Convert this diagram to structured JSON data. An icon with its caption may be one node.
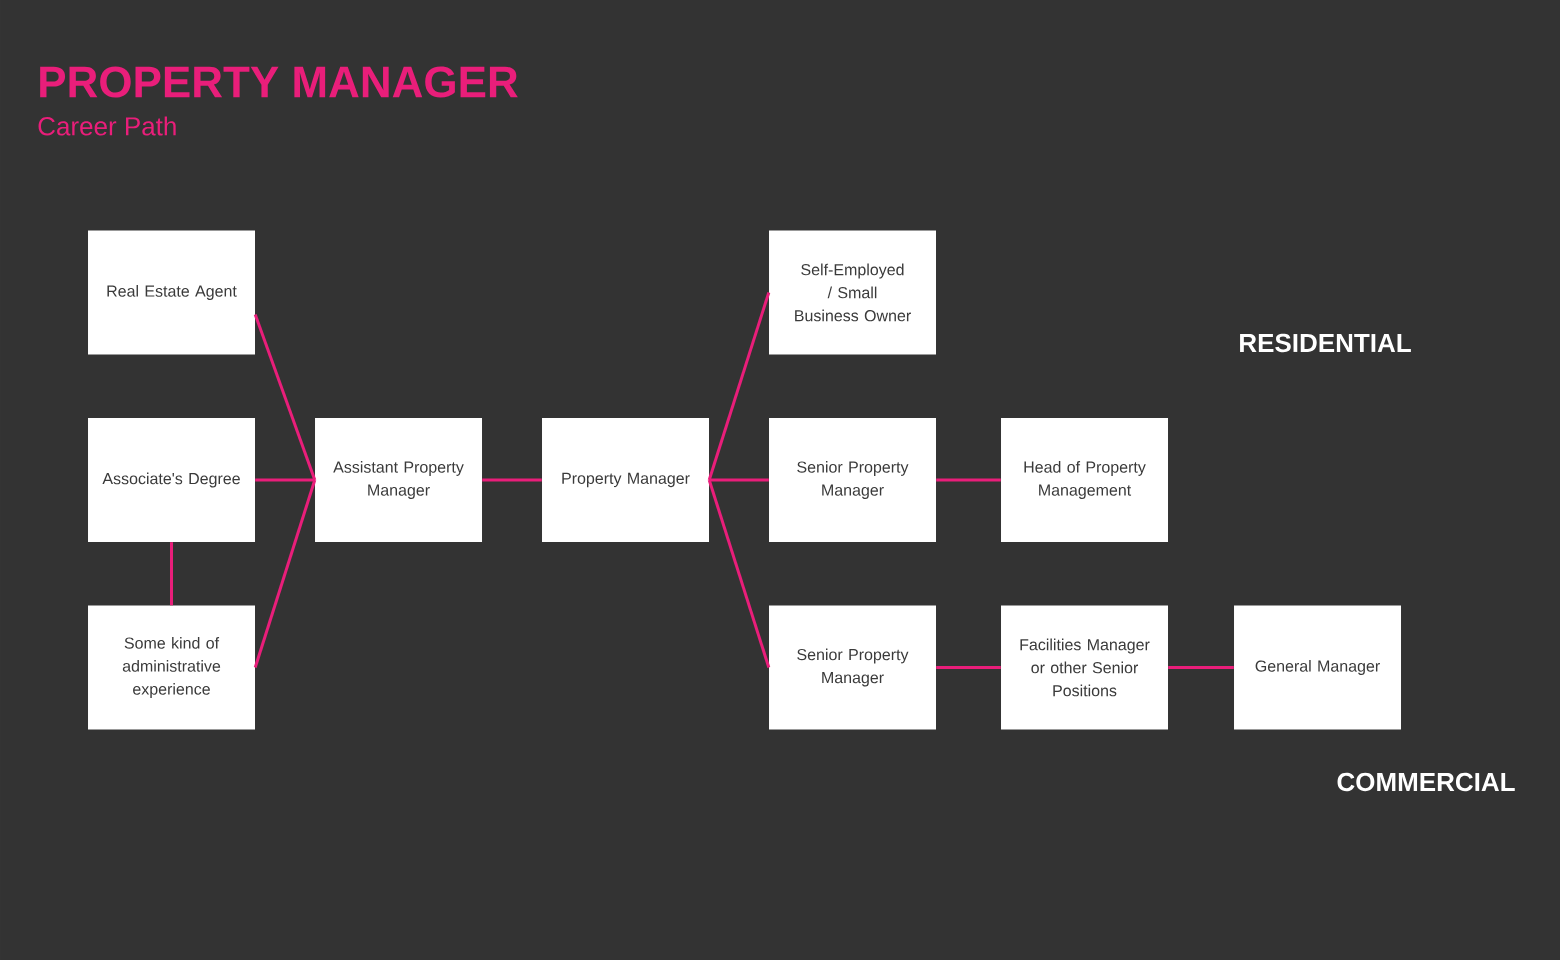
{
  "diagram": {
    "title": "PROPERTY MANAGER",
    "caption": "Career Path",
    "nodes": [
      {
        "text": [
          "Real Estate Agent"
        ]
      },
      {
        "text": [
          "Associate's Degree"
        ]
      },
      {
        "text": [
          "Some kind of administrative experience"
        ]
      },
      {
        "text": [
          "Assistant Property Manager"
        ]
      },
      {
        "text": [
          "Property Manager"
        ]
      },
      {
        "text": [
          "Self-Employed / Small Business Owner"
        ]
      },
      {
        "text": [
          "Senior Property Manager"
        ]
      },
      {
        "text": [
          "Head of Property Management"
        ]
      },
      {
        "text": [
          "Senior Property Manager"
        ]
      },
      {
        "text": [
          "Facilities Manager or other Senior Positions"
        ]
      },
      {
        "text": [
          "General Manager"
        ]
      }
    ],
    "edges": [
      {
        "from": 0,
        "to": 3,
        "arrow": "none"
      },
      {
        "from": 1,
        "to": 3,
        "arrow": "none"
      },
      {
        "from": 2,
        "to": 3,
        "arrow": "none"
      },
      {
        "from": 1,
        "to": 2,
        "arrow": "none"
      },
      {
        "from": 3,
        "to": 4,
        "arrow": "none"
      },
      {
        "from": 4,
        "to": 5,
        "arrow": "none"
      },
      {
        "from": 4,
        "to": 6,
        "arrow": "none"
      },
      {
        "from": 4,
        "to": 8,
        "arrow": "none"
      },
      {
        "from": 6,
        "to": 7,
        "arrow": "none"
      },
      {
        "from": 8,
        "to": 9,
        "arrow": "none"
      },
      {
        "from": 9,
        "to": 10,
        "arrow": "none"
      }
    ],
    "labels": [
      "RESIDENTIAL",
      "COMMERCIAL"
    ]
  }
}
